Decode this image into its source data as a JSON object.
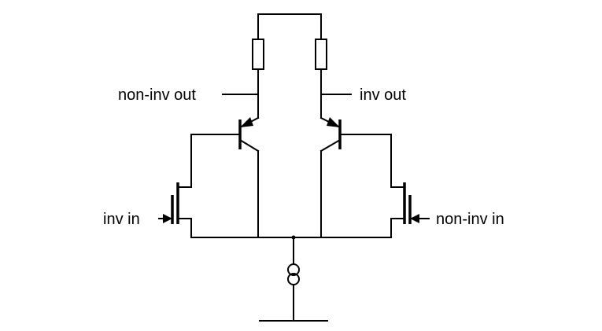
{
  "labels": {
    "non_inv_out": "non-inv out",
    "inv_out": "inv out",
    "inv_in": "inv in",
    "non_inv_in": "non-inv in"
  },
  "colors": {
    "ink": "#000000",
    "background": "#ffffff"
  },
  "components": {
    "load_resistors": 2,
    "pnp_transistors": 2,
    "fet_transistors": 2,
    "current_source": 1,
    "ground": 1
  }
}
